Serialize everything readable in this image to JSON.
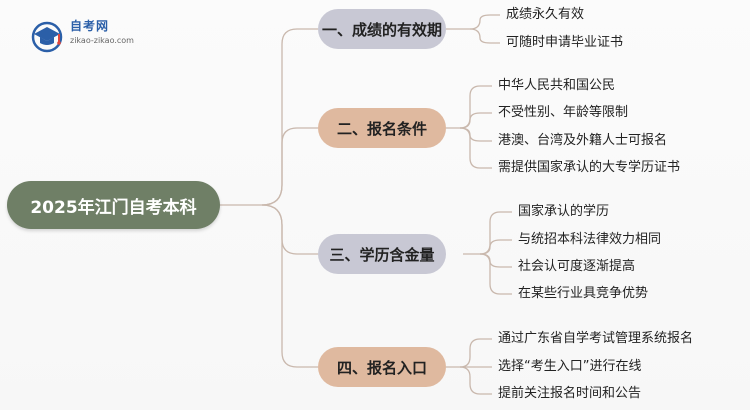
{
  "logo": {
    "name": "自考网",
    "url": "zikao-zikao.com"
  },
  "root": {
    "label": "2025年江门自考本科"
  },
  "branches": [
    {
      "label": "一、成绩的有效期",
      "leaves": [
        "成绩永久有效",
        "可随时申请毕业证书"
      ]
    },
    {
      "label": "二、报名条件",
      "leaves": [
        "中华人民共和国公民",
        "不受性别、年龄等限制",
        "港澳、台湾及外籍人士可报名",
        "需提供国家承认的大专学历证书"
      ]
    },
    {
      "label": "三、学历含金量",
      "leaves": [
        "国家承认的学历",
        "与统招本科法律效力相同",
        "社会认可度逐渐提高",
        "在某些行业具竞争优势"
      ]
    },
    {
      "label": "四、报名入口",
      "leaves": [
        "通过广东省自学考试管理系统报名",
        "选择“考生入口”进行在线",
        "提前关注报名时间和公告"
      ]
    }
  ],
  "colors": {
    "root": "#6f7f66",
    "branch_gray": "#c8c8d4",
    "branch_tan": "#dfb99f",
    "connector": "#c9b8ad"
  }
}
